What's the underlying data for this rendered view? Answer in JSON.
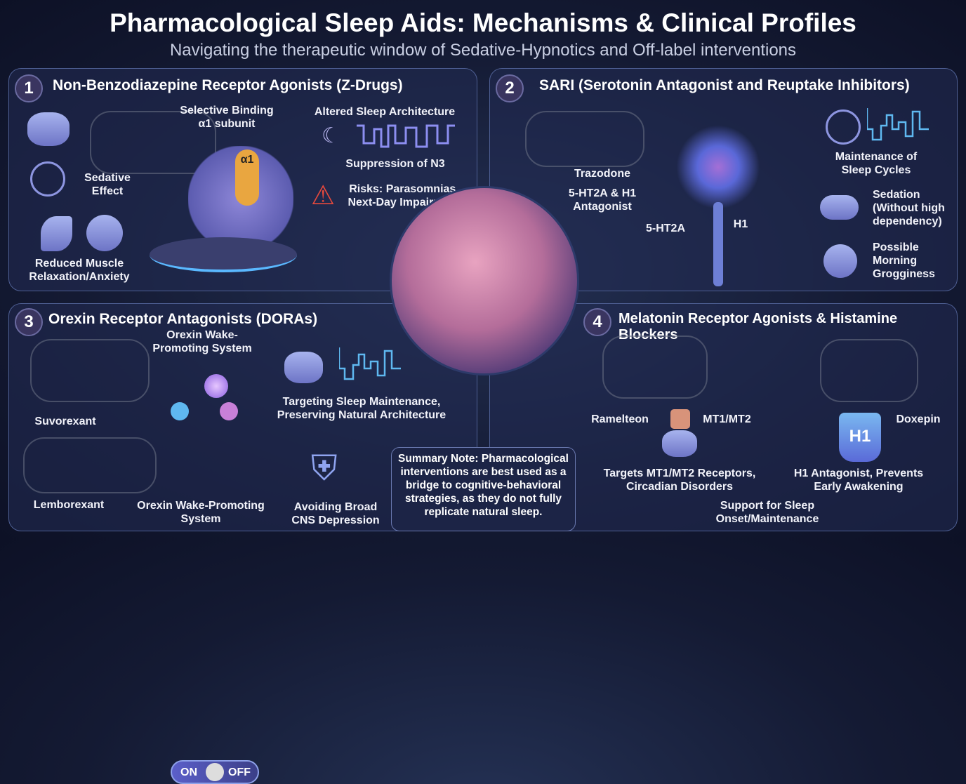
{
  "header": {
    "title": "Pharmacological Sleep Aids: Mechanisms & Clinical Profiles",
    "subtitle": "Navigating the therapeutic window of Sedative-Hypnotics and Off-label interventions"
  },
  "panel1": {
    "number": "1",
    "title": "Non-Benzodiazepine Receptor Agonists (Z-Drugs)",
    "binding": "Selective Binding α1 subunit",
    "alpha": "α1",
    "sedative": "Sedative Effect",
    "muscle": "Reduced Muscle Relaxation/Anxiety",
    "architecture": "Altered Sleep Architecture",
    "n3": "Suppression of N3",
    "risks": "Risks: Parasomnias, Next-Day Impairment"
  },
  "panel2": {
    "number": "2",
    "title": "SARI (Serotonin Antagonist and Reuptake Inhibitors)",
    "drug": "Trazodone",
    "mechanism": "5-HT2A & H1 Antagonist",
    "receptor1": "5-HT2A",
    "receptor2": "H1",
    "maintenance": "Maintenance of Sleep Cycles",
    "sedation": "Sedation (Without high dependency)",
    "grogginess": "Possible Morning Grogginess"
  },
  "panel3": {
    "number": "3",
    "title": "Orexin Receptor Antagonists (DORAs)",
    "drug1": "Suvorexant",
    "drug2": "Lemborexant",
    "system_top": "Orexin Wake-Promoting System",
    "system_bottom": "Orexin Wake-Promoting System",
    "toggle_on": "ON",
    "toggle_off": "OFF",
    "targeting": "Targeting Sleep Maintenance, Preserving Natural Architecture",
    "avoiding": "Avoiding Broad CNS Depression"
  },
  "panel4": {
    "number": "4",
    "title": "Melatonin Receptor Agonists & Histamine Blockers",
    "drug1": "Ramelteon",
    "receptor": "MT1/MT2",
    "targets": "Targets MT1/MT2 Receptors, Circadian Disorders",
    "drug2": "Doxepin",
    "h1": "H1",
    "h1_desc": "H1 Antagonist, Prevents Early Awakening",
    "support": "Support for Sleep Onset/Maintenance"
  },
  "summary": {
    "text": "Summary Note: Pharmacological interventions are best used as a bridge to cognitive-behavioral strategies, as they do not fully replicate natural sleep."
  },
  "colors": {
    "accent": "#7b7fe0",
    "inhibit": "#e5493d",
    "brain": "#d98fb2"
  }
}
